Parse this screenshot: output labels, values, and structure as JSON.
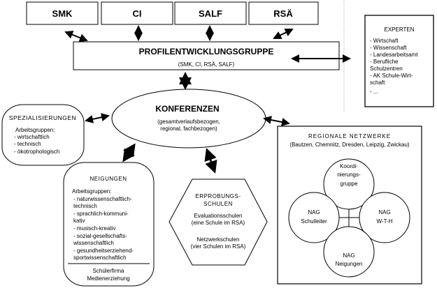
{
  "top_boxes": [
    "SMK",
    "CI",
    "SALF",
    "RSÄ"
  ],
  "profil": {
    "title": "PROFILENTWICKLUNGSGRUPPE",
    "subtitle": "(SMK, CI, RSÄ, SALF)"
  },
  "experten": {
    "title": "EXPERTEN",
    "items": [
      "- Wirtschaft",
      "- Wissenschaft",
      "- Landesarbeitsamt",
      "- Berufliche",
      "  Schulzentren",
      "-  AK Schule-Wirt-",
      "   schaft",
      "-  ..."
    ]
  },
  "konferenzen": {
    "title": "KONFERENZEN",
    "lines": [
      "(gesamtverlaufsbezogen,",
      "regional, fachbezogen)"
    ]
  },
  "spezialisierungen": {
    "title": "SPEZIALISIERUNGEN",
    "lines": [
      "Arbeitsgruppen:",
      "- wirtschaftlich",
      "- technisch",
      "- ökotrophologisch"
    ]
  },
  "neigungen": {
    "title": "NEIGUNGEN",
    "lines": [
      "Arbeitsgruppen:",
      "- naturwissenschaftlich-",
      "  technisch",
      "- sprachlich-kommuni-",
      "  kativ",
      "- musisch-kreativ",
      "- sozial-gesellschafts-",
      "  wissenschaftlich",
      "- gesundheitserziehend-",
      "  sportwissenschaftlich"
    ],
    "footer": [
      "Schülerfirma",
      "Medienerziehung"
    ]
  },
  "erprobung": {
    "title": [
      "ERPROBUNGS-",
      "SCHULEN"
    ],
    "lines": [
      "Evaluationsschulen",
      "(eine Schule im RSA)",
      "Netzwerkschulen",
      "(vier Schulen im RSA)"
    ]
  },
  "regional": {
    "title": "REGIONALE NETZWERKE",
    "subtitle": "(Bautzen, Chemnitz, Dresden, Leipzig, Zwickau)",
    "circles": {
      "koord": [
        "Koordi-",
        "nierungs-",
        "gruppe"
      ],
      "schulleiter": [
        "NAG",
        "Schulleiter"
      ],
      "wth": [
        "NAG",
        "W-T-H"
      ],
      "neigungen": [
        "NAG",
        "Neigungen"
      ]
    }
  }
}
